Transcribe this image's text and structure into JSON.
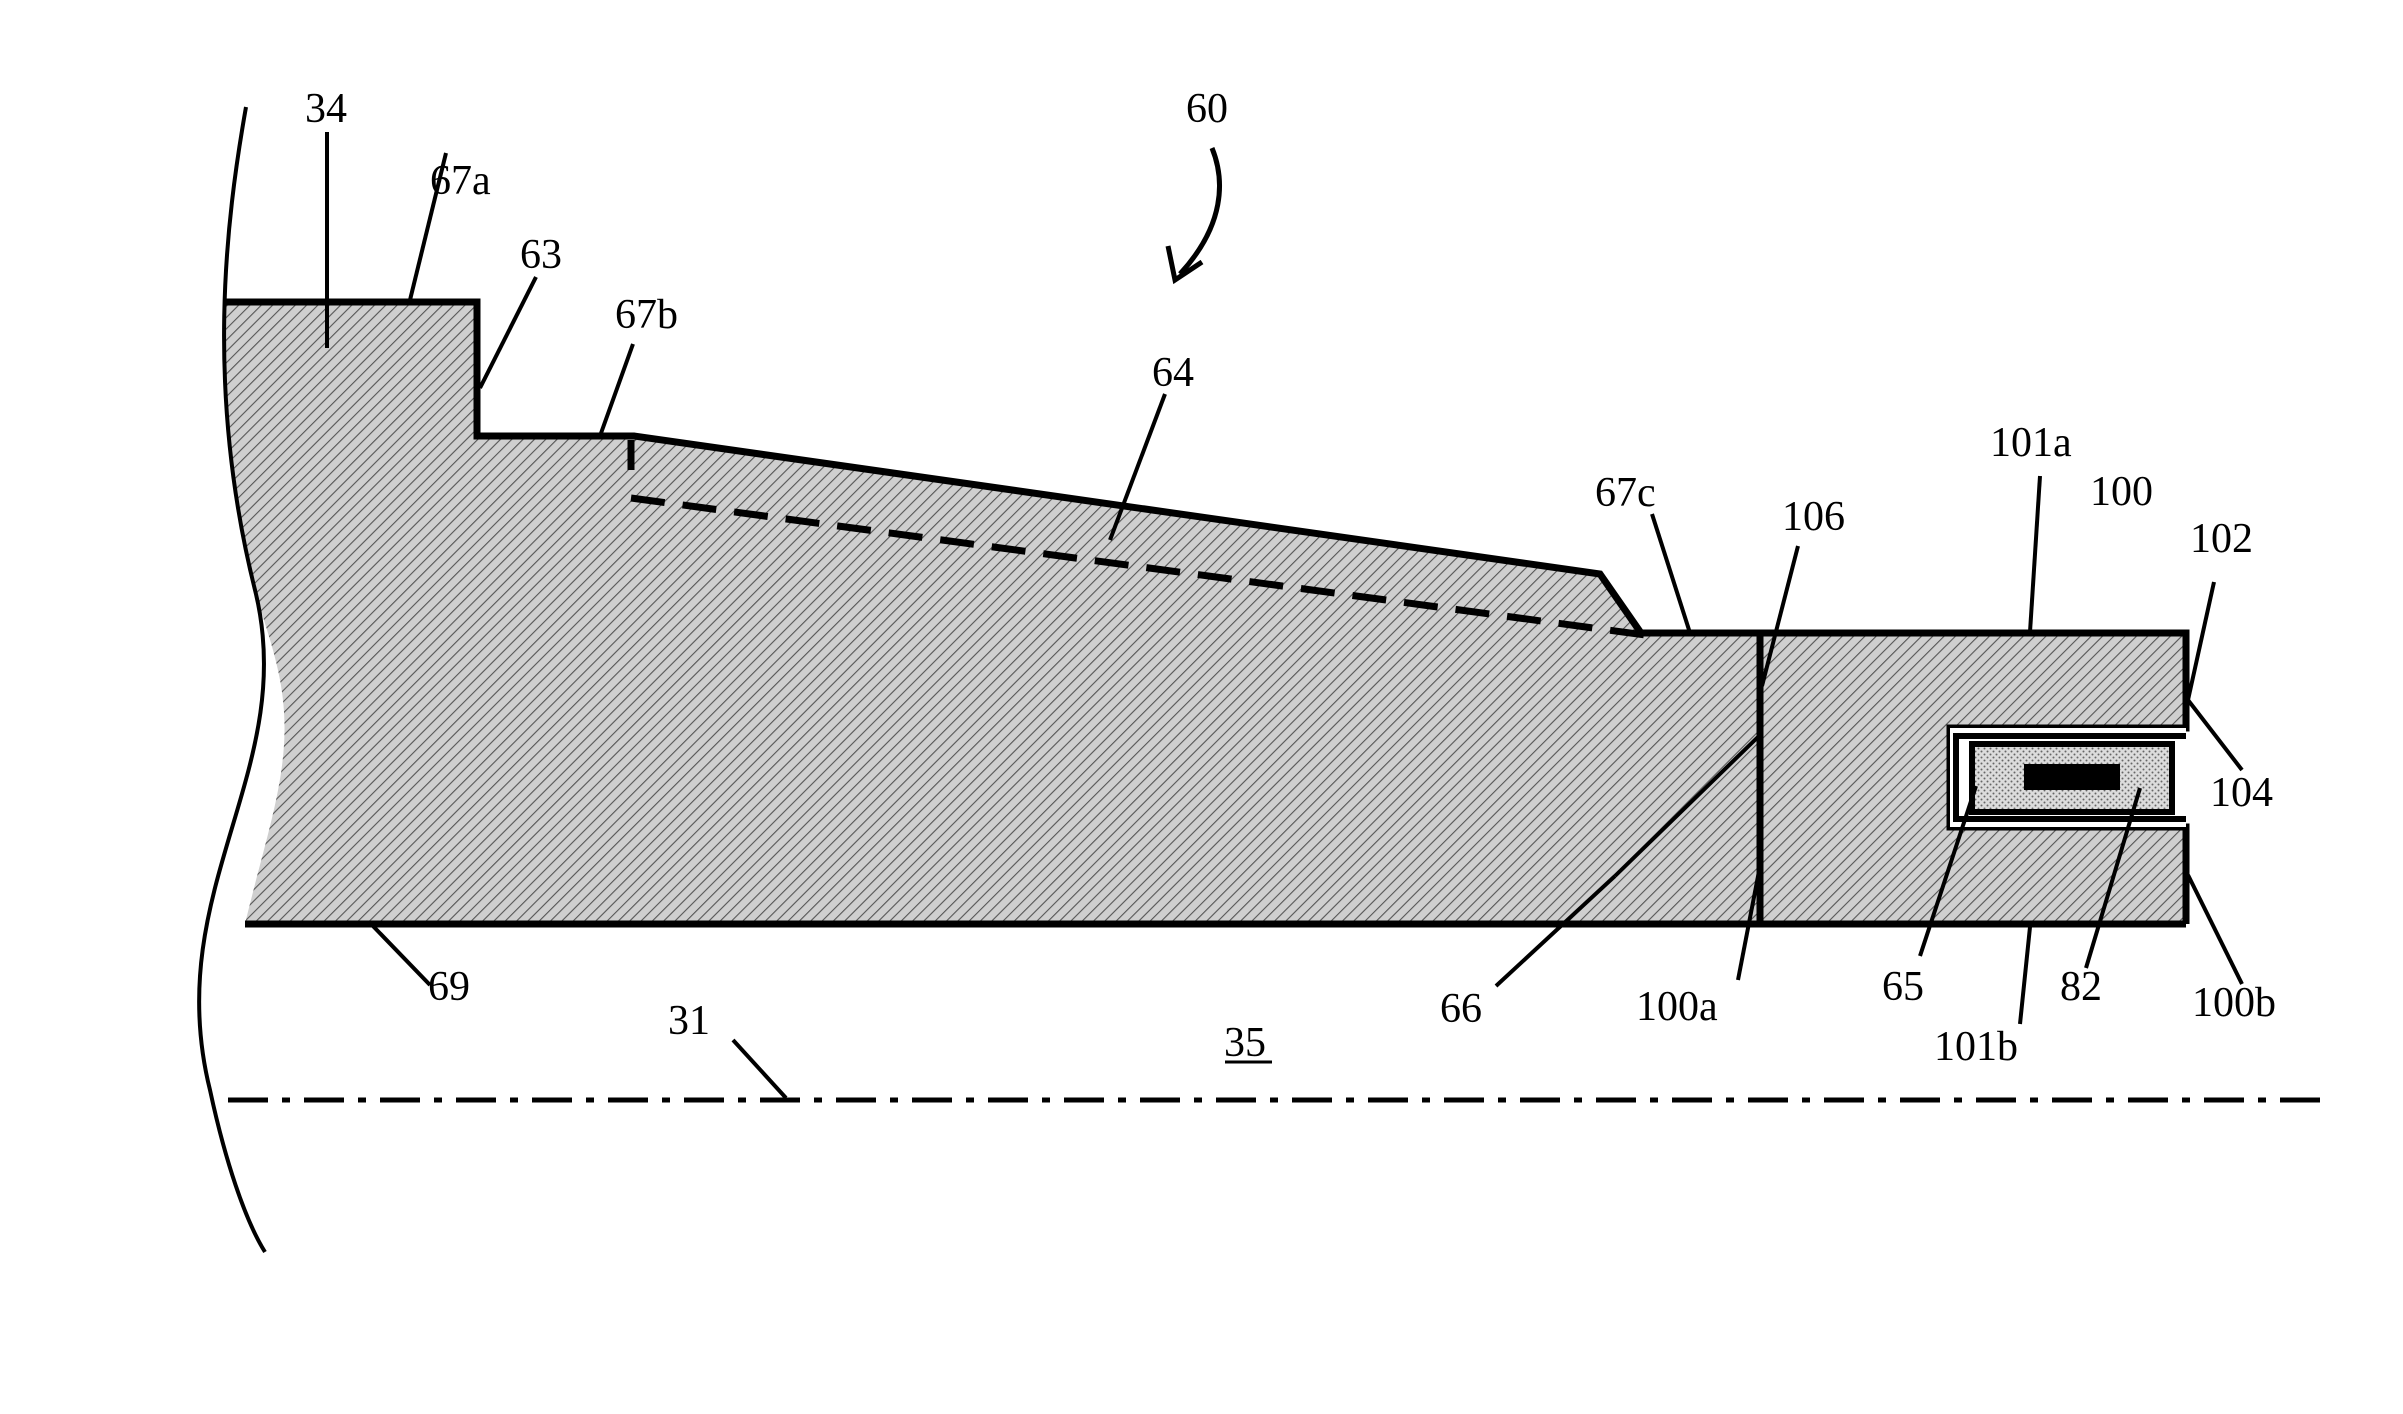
{
  "figure": {
    "labels": {
      "l34": "34",
      "l60": "60",
      "l67a": "67a",
      "l63": "63",
      "l67b": "67b",
      "l64": "64",
      "l67c": "67c",
      "l106": "106",
      "l101a": "101a",
      "l100": "100",
      "l102": "102",
      "l104": "104",
      "l69": "69",
      "l31": "31",
      "l35": "35",
      "l66": "66",
      "l100a": "100a",
      "l65": "65",
      "l101b": "101b",
      "l82": "82",
      "l100b": "100b"
    },
    "colors": {
      "ink": "#000000",
      "hatch_fill": "#c8c8c8",
      "hatch_line": "#555555",
      "dot_fill": "#d8d8d8",
      "background": "#ffffff"
    }
  }
}
